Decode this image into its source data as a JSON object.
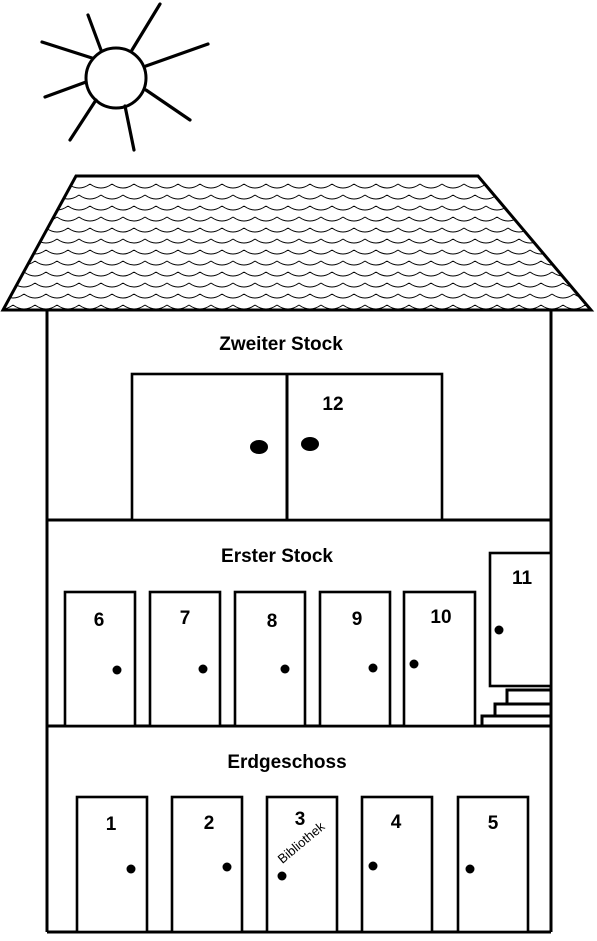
{
  "floors": {
    "second": {
      "label": "Zweiter Stock"
    },
    "first": {
      "label": "Erster Stock"
    },
    "ground": {
      "label": "Erdgeschoss"
    }
  },
  "rooms": {
    "r1": "1",
    "r2": "2",
    "r3": "3",
    "r4": "4",
    "r5": "5",
    "r6": "6",
    "r7": "7",
    "r8": "8",
    "r9": "9",
    "r10": "10",
    "r11": "11",
    "r12": "12"
  },
  "room3_tag": "Bibliothek",
  "colors": {
    "ink": "#000000",
    "paper": "#ffffff"
  },
  "icons": {
    "sun": "sun-icon",
    "roof": "roof-tiles",
    "stairs": "stairs-icon"
  }
}
